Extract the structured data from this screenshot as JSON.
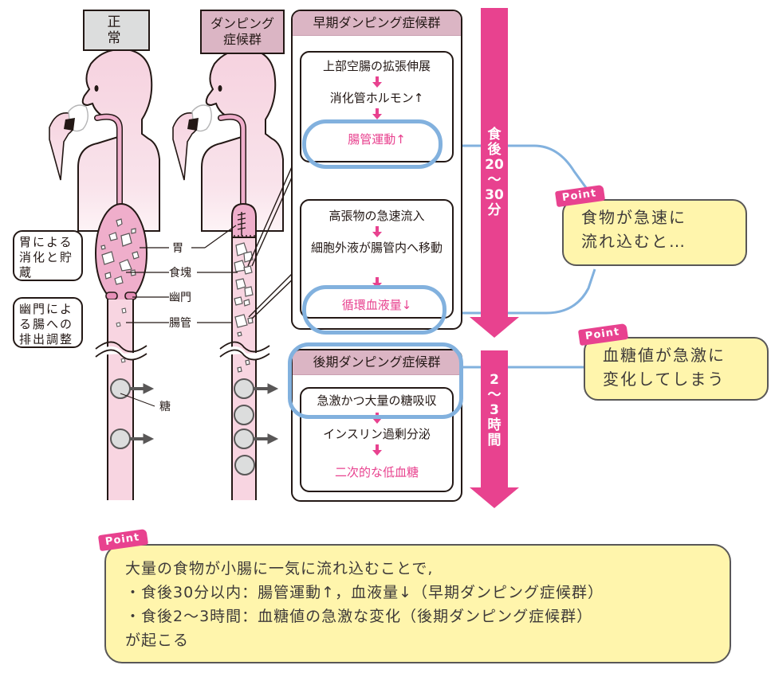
{
  "headers": {
    "normal": "正　常",
    "dumping": "ダンピング症候群"
  },
  "left_callouts": {
    "stomach_digestion": "胃による消化と貯蔵",
    "pylorus_regulation": "幽門による腸への排出調整"
  },
  "anatomy_labels": {
    "stomach": "胃",
    "bolus": "食塊",
    "pylorus": "幽門",
    "intestine": "腸管",
    "sugar": "糖"
  },
  "early_panel": {
    "title": "早期ダンピング症候群",
    "group1": [
      "上部空腸の拡張伸展",
      "消化管ホルモン↑",
      "腸管運動↑"
    ],
    "group2": [
      "高張物の急速流入",
      "細胞外液が腸管内へ移動",
      "循環血液量↓"
    ]
  },
  "late_panel": {
    "title": "後期ダンピング症候群",
    "steps": [
      "急激かつ大量の糖吸収",
      "インスリン過剰分泌",
      "二次的な低血糖"
    ]
  },
  "timeline": {
    "early": [
      "食",
      "後",
      "20",
      "〜",
      "30",
      "分"
    ],
    "late": [
      "2",
      "〜",
      "3",
      "時",
      "間"
    ]
  },
  "points": {
    "tag": "Point",
    "rapid_inflow": [
      "食物が急速に",
      "流れ込むと…"
    ],
    "blood_sugar": [
      "血糖値が急激に",
      "変化してしまう"
    ],
    "summary": [
      "大量の食物が小腸に一気に流れ込むことで,",
      "・食後30分以内：腸管運動↑，血液量↓（早期ダンピング症候群）",
      "・食後2〜3時間：血糖値の急激な変化（後期ダンピング症候群）",
      "が起こる"
    ]
  },
  "colors": {
    "accent_pink": "#e8428f",
    "highlight_blue": "#82b1de",
    "point_yellow": "#fff5ac",
    "body_pink": "#f8dbe6",
    "organ_pink": "#efaecb",
    "header_mauve": "#dbb5c4",
    "header_gray": "#dcdddd"
  }
}
